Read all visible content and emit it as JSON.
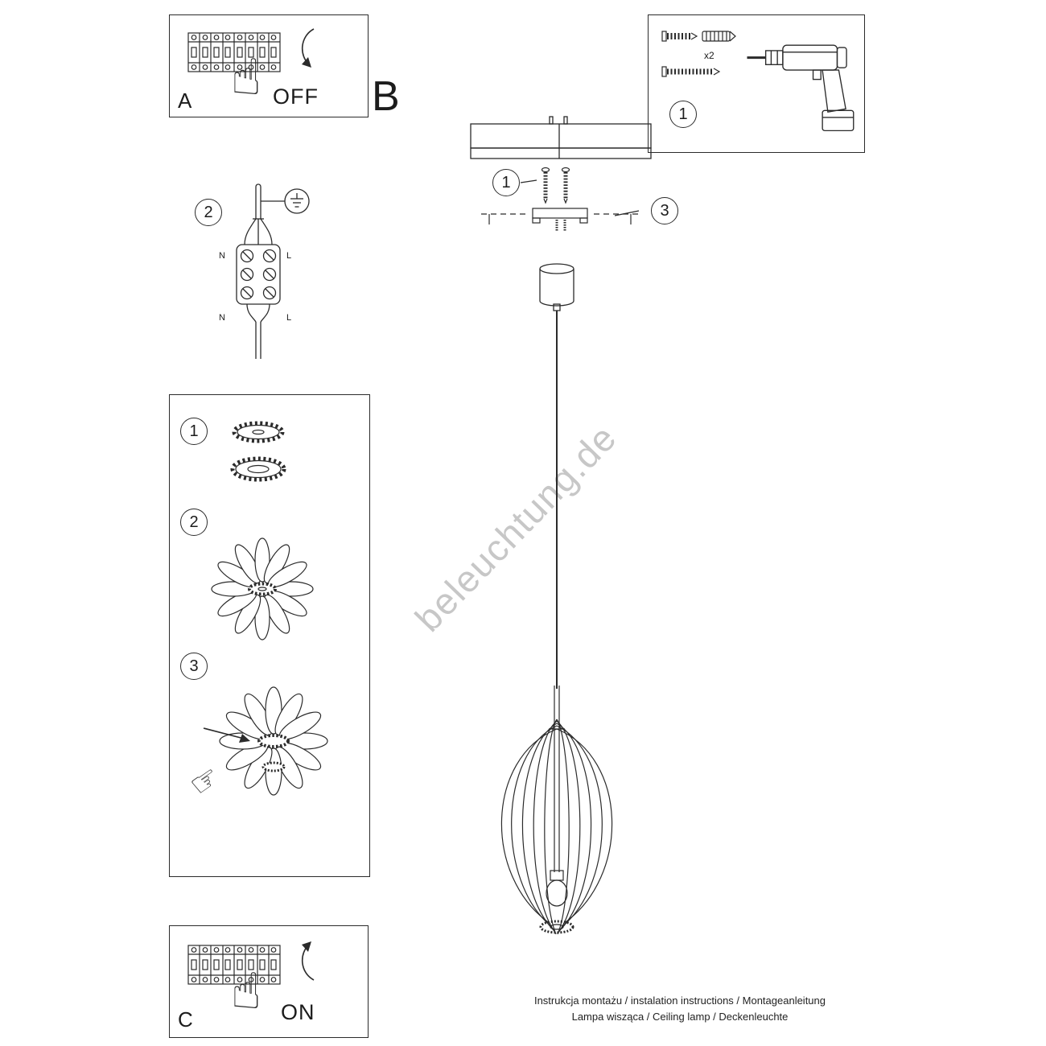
{
  "watermark": "beleuchtung.de",
  "footer": {
    "line1": "Instrukcja montażu / instalation instructions / Montageanleitung",
    "line2": "Lampa wisząca / Ceiling lamp / Deckenleuchte"
  },
  "sections": {
    "a_label": "A",
    "b_label": "B",
    "c_label": "C"
  },
  "breaker": {
    "off_state": "OFF",
    "on_state": "ON"
  },
  "steps": {
    "one": "1",
    "two": "2",
    "three": "3"
  },
  "tools": {
    "anchor_count": "x2"
  },
  "wiring": {
    "neutral": "N",
    "live": "L"
  },
  "icons": {
    "hand_up": "☝",
    "hand_point": "☞"
  }
}
